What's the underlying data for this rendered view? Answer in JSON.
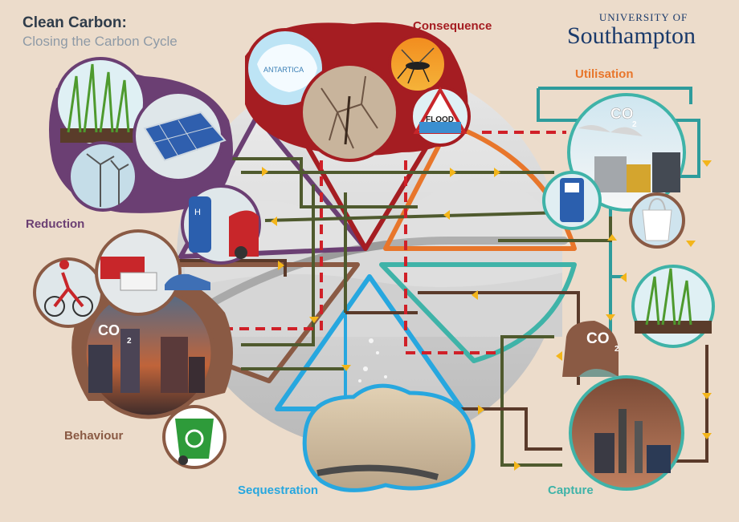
{
  "title": {
    "main": "Clean Carbon:",
    "sub": "Closing the Carbon Cycle"
  },
  "logo": {
    "line1": "UNIVERSITY OF",
    "line2": "Southampton"
  },
  "sections": {
    "consequence": "Consequence",
    "utilisation": "Utilisation",
    "reduction": "Reduction",
    "behaviour": "Behaviour",
    "sequestration": "Sequestration",
    "capture": "Capture"
  },
  "labels": {
    "antartica": "ANTARTICA",
    "flood": "FLOOD",
    "co2_util": "CO",
    "co2_behaviour": "CO",
    "co2_capture": "CO",
    "h2": "H"
  },
  "colors": {
    "consequence": "#a51d22",
    "utilisation": "#e8762b",
    "reduction": "#6b3f73",
    "behaviour": "#8a5a44",
    "sequestration": "#27a7df",
    "capture": "#3fb3a8",
    "pipe_green": "#4f5a2e",
    "pipe_teal": "#2e9c9c",
    "pipe_brown": "#5a3a2a",
    "dash_red": "#d02028",
    "arrow_yellow": "#f3b51b"
  },
  "icons": [
    "grass-icon",
    "solar-panel-icon",
    "wind-turbine-icon",
    "hydrogen-car-icon",
    "bus-icon",
    "van-icon",
    "car-icon",
    "cyclist-icon",
    "city-pollution-icon",
    "recycle-bin-icon",
    "antarctica-icon",
    "cracked-earth-icon",
    "mosquito-icon",
    "flood-sign-icon",
    "factory-co2-icon",
    "fuel-pump-icon",
    "plastic-bag-icon",
    "power-plant-icon",
    "underground-storage-icon"
  ]
}
